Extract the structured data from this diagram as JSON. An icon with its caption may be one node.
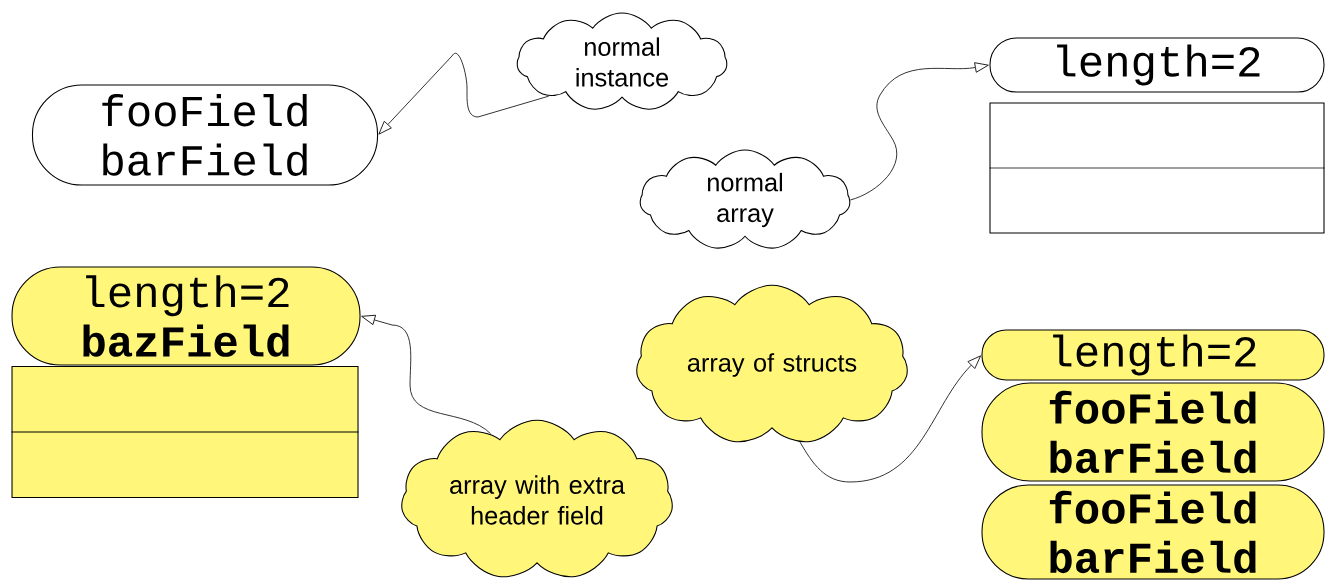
{
  "diagram": {
    "nodes": [
      {
        "text": [
          "fooField",
          "barField"
        ]
      },
      {
        "text": [
          "normal instance"
        ]
      },
      {
        "text": [
          "length=2"
        ]
      },
      {
        "text": [],
        "shape": "box"
      },
      {
        "text": [
          "normal array"
        ]
      },
      {
        "text": [
          "length=2",
          "bazField"
        ]
      },
      {
        "text": [],
        "shape": "box"
      },
      {
        "text": [
          "array with extra header field"
        ]
      },
      {
        "text": [
          "array of structs"
        ]
      },
      {
        "text": [
          "length=2"
        ]
      },
      {
        "text": [
          "fooField",
          "barField"
        ]
      },
      {
        "text": [
          "fooField",
          "barField"
        ]
      }
    ],
    "edges": [
      {
        "from": 1,
        "to": 0,
        "arrow": "to"
      },
      {
        "from": 4,
        "to": 2,
        "arrow": "to"
      },
      {
        "from": 7,
        "to": 5,
        "arrow": "to"
      },
      {
        "from": 8,
        "to": 9,
        "arrow": "to"
      }
    ]
  }
}
